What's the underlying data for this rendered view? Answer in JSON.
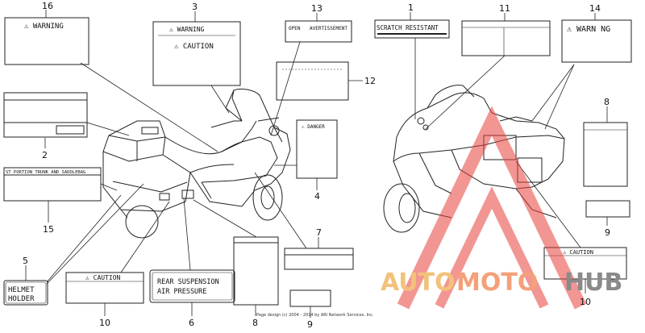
{
  "callouts": [
    {
      "id": "16",
      "text": "16"
    },
    {
      "id": "3",
      "text": "3"
    },
    {
      "id": "13",
      "text": "13"
    },
    {
      "id": "1",
      "text": "1"
    },
    {
      "id": "11",
      "text": "11"
    },
    {
      "id": "14",
      "text": "14"
    },
    {
      "id": "12",
      "text": "12"
    },
    {
      "id": "2",
      "text": "2"
    },
    {
      "id": "4",
      "text": "4"
    },
    {
      "id": "8a",
      "text": "8"
    },
    {
      "id": "15",
      "text": "15"
    },
    {
      "id": "7",
      "text": "7"
    },
    {
      "id": "9a",
      "text": "9"
    },
    {
      "id": "5",
      "text": "5"
    },
    {
      "id": "10a",
      "text": "10"
    },
    {
      "id": "6",
      "text": "6"
    },
    {
      "id": "8b",
      "text": "8"
    },
    {
      "id": "9b",
      "text": "9"
    },
    {
      "id": "10b",
      "text": "10"
    }
  ],
  "labels": {
    "warning_16": "⚠ WARNING",
    "warning_3": "⚠ WARNING",
    "caution_3": "⚠ CAUTION",
    "scratch": "SCRATCH RESISTANT",
    "warning_14": "⚠ WARN NG",
    "danger_4": "⚠ DANGER",
    "label_15": "ST PORTION TRUNK AND SADDLEBAG",
    "helmet_line1": "HELMET",
    "helmet_line2": "HOLDER",
    "caution_10a": "⚠ CAUTION",
    "suspension_line1": "REAR SUSPENSION",
    "suspension_line2": "AIR PRESSURE",
    "caution_10b": "⚠ CAUTION",
    "label_13_a": "OPEN",
    "label_13_b": "AVERTISSEMENT"
  },
  "copyright": "Page design (c) 2004 - 2014 by ARI Network Services, Inc.",
  "watermark": {
    "part1": "AUTO",
    "part2": "MOTO",
    "part3": "HUB",
    "colors": {
      "auto": "#f2c27a",
      "moto": "#f4a07a",
      "hub": "#8a8a8a",
      "triangle": "#e8403a"
    }
  }
}
